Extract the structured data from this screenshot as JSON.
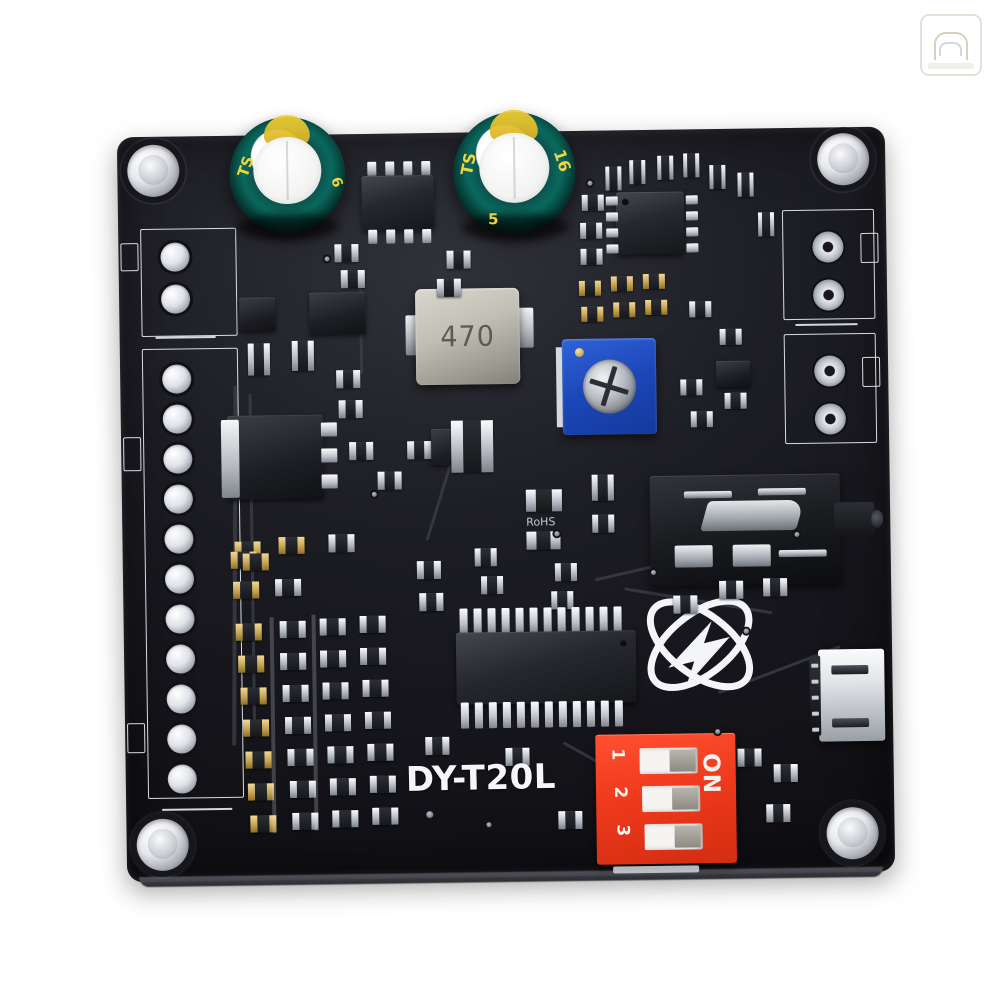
{
  "scene": {
    "subject": "DY-T20L audio playback module PCB",
    "background_color": "#ffffff",
    "board_color": "#15151b",
    "orientation": "top-down product photo, slight counter-clockwise rotation"
  },
  "watermark": {
    "name": "shopee-style-watermark",
    "position": "top-right",
    "color": "#cfc9b8"
  },
  "board": {
    "silkscreen_label": "DY-T20L",
    "logo_name": "atom-orbital-logo",
    "mounting_holes": 4,
    "accent_colors": {
      "pcb": "#15151b",
      "capacitor": "#0a6a5e",
      "capacitor_text": "#f1d33d",
      "trimpot": "#1c46b8",
      "dip_switch": "#ef3a1c",
      "inductor": "#c2bfb5",
      "silkscreen": "#e9ecf2",
      "metal": "#c9ccd2"
    }
  },
  "components": {
    "inductor": {
      "name": "power-inductor",
      "marking": "470"
    },
    "capacitors": [
      {
        "name": "electrolytic-capacitor-c1",
        "marking": "TS",
        "color": "#0a6a5e"
      },
      {
        "name": "electrolytic-capacitor-c2",
        "marking": "TS 16",
        "color": "#0a6a5e"
      }
    ],
    "trimpot": {
      "name": "blue-trim-potentiometer",
      "color": "#1c46b8"
    },
    "audio_jack": {
      "name": "audio-jack-3.5mm"
    },
    "usb": {
      "name": "micro-usb-connector"
    },
    "main_ic": {
      "name": "main-audio-ic-ssop"
    },
    "soic8": {
      "name": "flash-memory-soic8"
    },
    "qfn": {
      "name": "amplifier-ic"
    },
    "regulator": {
      "name": "power-regulator-to252"
    }
  },
  "dip_switch": {
    "name": "dip-switch-3pos",
    "on_label": "ON",
    "positions": [
      "1",
      "2",
      "3"
    ]
  },
  "headers": {
    "left_top_pads": 2,
    "left_main_pads": 11,
    "right_top_pads": 2,
    "right_bottom_pads": 2
  },
  "silk_marks": {
    "near_smd": "RoHS"
  }
}
